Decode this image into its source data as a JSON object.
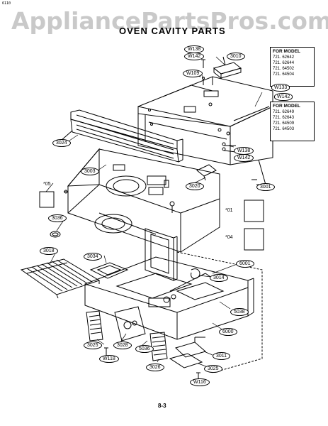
{
  "watermark": "AppliancePartsPros.com",
  "title": "OVEN CAVITY PARTS",
  "corner_mark": "6110",
  "page_number": "8-3",
  "model_box_1": {
    "heading": "FOR MODEL",
    "models": [
      "721. 62642",
      "721. 62644",
      "721. 64502",
      "721. 64504"
    ]
  },
  "model_box_2": {
    "heading": "FOR MODEL",
    "models": [
      "721. 62649",
      "721. 62643",
      "721. 64509",
      "721. 64503"
    ]
  },
  "labels": {
    "w138_top": "W138",
    "w142_top": "W142",
    "p3010": "3010",
    "w109": "W109",
    "w133": "W133",
    "w142_right": "W142",
    "w138_right": "W138",
    "w142_right2": "W142",
    "p3024": "3024",
    "p3003": "3003",
    "p3020": "3020",
    "p3001": "3001",
    "p05": "*05",
    "p01": "*01",
    "p3036": "3036",
    "p04": "*04",
    "p3018": "3018",
    "p3034": "3034",
    "p6001": "6001",
    "p3014": "3014",
    "p5038": "5038",
    "p6000": "6000",
    "p3025_left": "3025",
    "p3028": "3028",
    "p5036": "5036",
    "p3026": "3026",
    "p3011": "3011",
    "p3025_right": "3025",
    "w118_left": "W118",
    "w116_right": "W116"
  }
}
